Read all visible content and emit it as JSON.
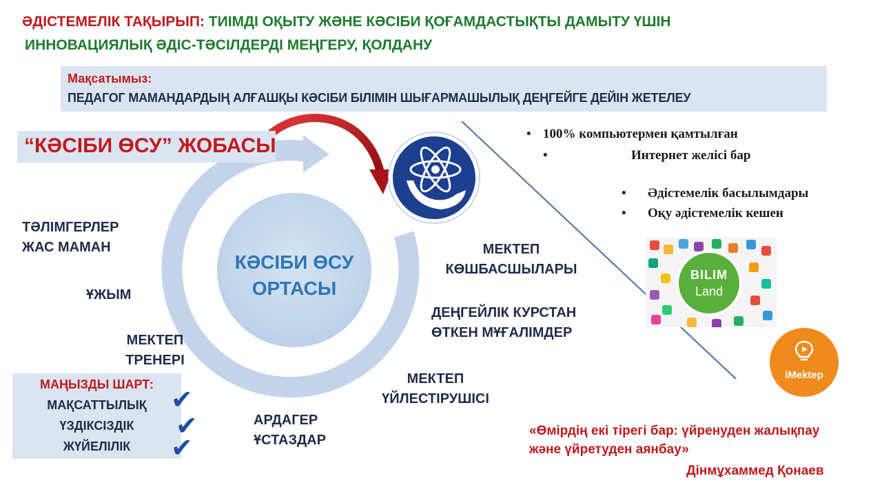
{
  "header": {
    "prefix": "ӘДІСТЕМЕЛІК ТАҚЫРЫП:",
    "line1": "ТИІМДІ ОҚЫТУ ЖӘНЕ КӘСІБИ ҚОҒАМДАСТЫҚТЫ ДАМЫТУ ҮШІН",
    "line2": "ИННОВАЦИЯЛЫҚ ӘДІС-ТӘСІЛДЕРДІ МЕҢГЕРУ, ҚОЛДАНУ"
  },
  "goal": {
    "label": "Мақсатымыз:",
    "text": "ПЕДАГОГ МАМАНДАРДЫҢ   АЛҒАШҚЫ КӘСІБИ БІЛІМІН ШЫҒАРМАШЫЛЫҚ ДЕҢГЕЙГЕ  ДЕЙІН ЖЕТЕЛЕУ"
  },
  "project": {
    "title": "“КӘСІБИ ӨСУ” ЖОБАСЫ"
  },
  "center": {
    "line1": "КӘСІБИ ӨСУ",
    "line2": "ОРТАСЫ"
  },
  "left_labels": {
    "mentors_1": "ТӘЛІМГЕРЛЕР",
    "mentors_2": "ЖАС МАМАН",
    "team": "ҰЖЫМ",
    "trainer_1": "МЕКТЕП",
    "trainer_2": "ТРЕНЕРІ"
  },
  "bottom_labels": {
    "veteran_1": "АРДАГЕР",
    "veteran_2": "ҰСТАЗДАР",
    "coordinator_1": "МЕКТЕП",
    "coordinator_2": "ҮЙЛЕСТІРУШІСІ"
  },
  "right_labels": {
    "leaders_1": "МЕКТЕП",
    "leaders_2": "КӨШБАСШЫЛАРЫ",
    "courses_1": "ДЕҢГЕЙЛІК КУРСТАН",
    "courses_2": "ӨТКЕН МҰҒАЛІМДЕР"
  },
  "resources_top": {
    "bullet": "•",
    "item1": "100% компьютермен  қамтылған",
    "item2": "Интернет желісі бар"
  },
  "resources_mid": {
    "bullet": "•",
    "item1": "Әдістемелік    басылымдары",
    "item2": "Оқу әдістемелік кешен"
  },
  "conditions": {
    "title": "МАҢЫЗДЫ ШАРТ:",
    "items": [
      "МАҚСАТТЫЛЫҚ",
      "ҮЗДІКСІЗДІК",
      "ЖҮЙЕЛІЛІК"
    ],
    "check": "✔"
  },
  "quote": {
    "line1": "«Өмірдің екі тірегі бар: үйренуден жалықпау",
    "line2": "және үйретуден аянбау»",
    "author": "Дінмұхаммед Қонаев"
  },
  "logos": {
    "bilim_1": "BILIM",
    "bilim_2": "Land",
    "imektep": "iMektep"
  },
  "colors": {
    "red": "#c0191e",
    "green": "#1e7b2e",
    "navy": "#1f2c4b",
    "blue": "#2e75b6",
    "light_blue": "#dbe5f1"
  }
}
